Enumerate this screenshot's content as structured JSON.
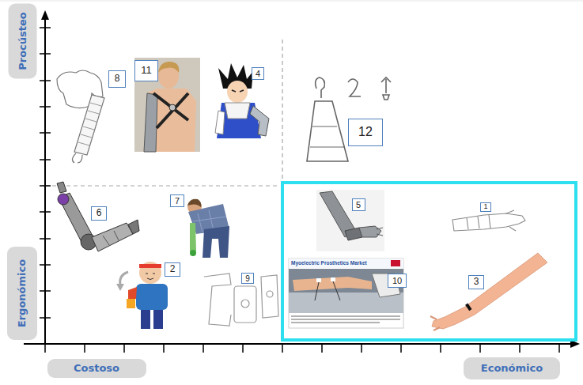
{
  "diagram": {
    "nodes": [
      {
        "text": [
          "Procústeo"
        ]
      },
      {
        "text": [
          "8"
        ]
      },
      {
        "text": [
          "11"
        ]
      },
      {
        "text": [
          "4"
        ]
      },
      {
        "text": [
          "12"
        ]
      },
      {
        "text": [
          "6"
        ]
      },
      {
        "text": [
          "7"
        ]
      },
      {
        "text": [
          "5"
        ]
      },
      {
        "text": [
          "1"
        ]
      },
      {
        "text": [
          "2"
        ]
      },
      {
        "text": [
          "9"
        ]
      },
      {
        "text": [
          "10"
        ]
      },
      {
        "text": [
          "3"
        ]
      },
      {
        "text": [
          "Ergonómico"
        ]
      },
      {
        "text": [
          "Costoso"
        ]
      },
      {
        "text": [
          "Económico"
        ]
      }
    ],
    "labels": [
      "Myoelectric Prosthetics Market"
    ]
  }
}
